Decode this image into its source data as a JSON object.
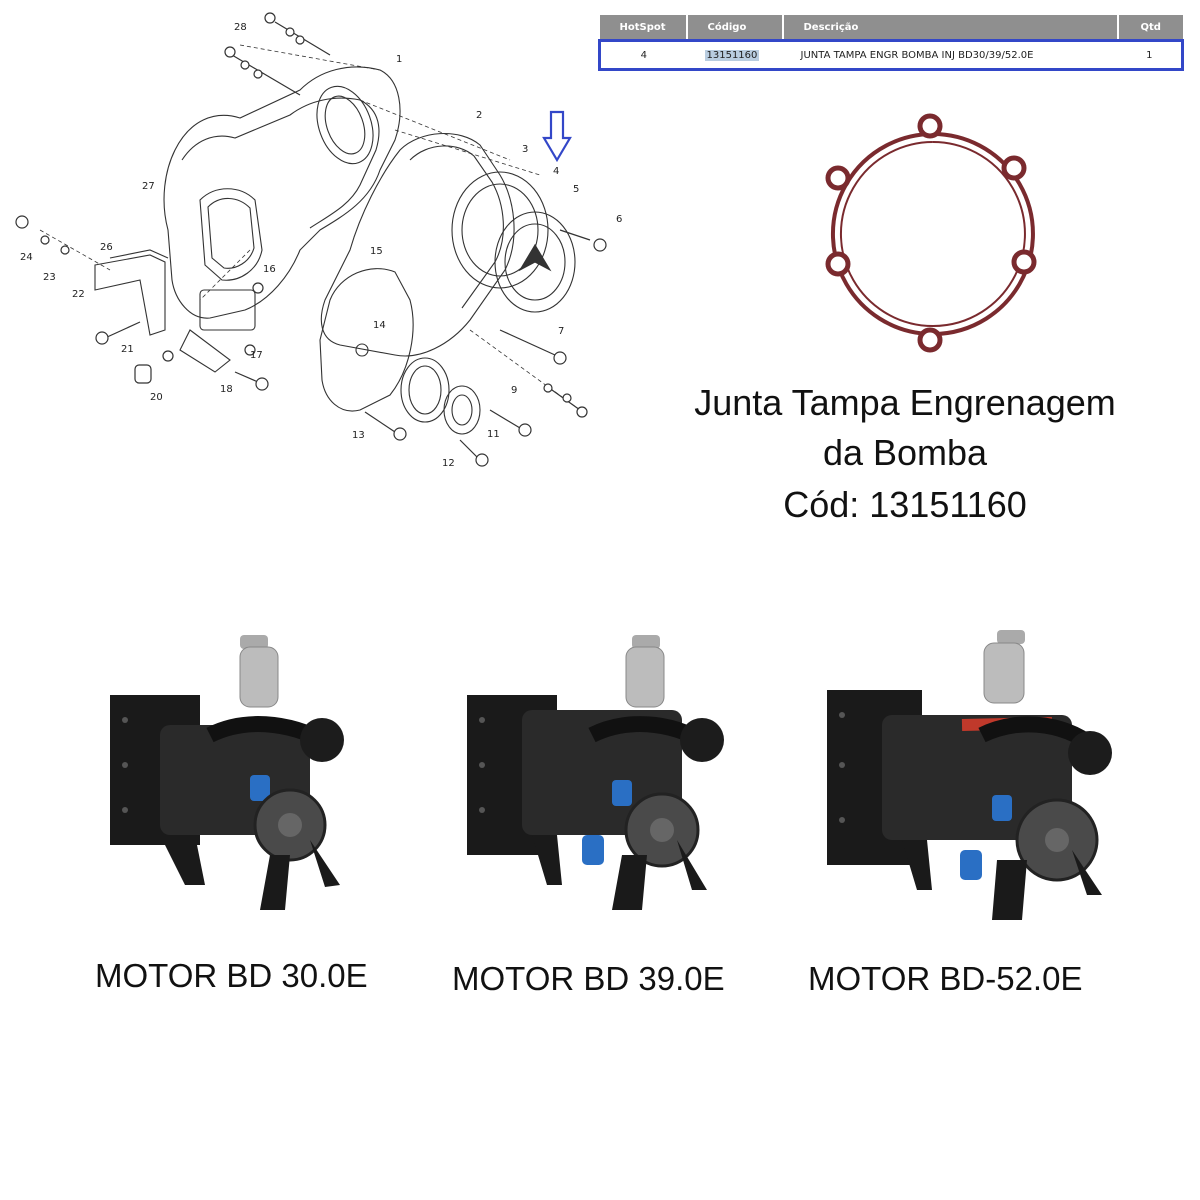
{
  "parts_table": {
    "headers": [
      "HotSpot",
      "Código",
      "Descrição",
      "Qtd"
    ],
    "row": {
      "hotspot": "4",
      "codigo": "13151160",
      "descricao": "JUNTA TAMPA ENGR BOMBA INJ BD30/39/52.0E",
      "qtd": "1"
    }
  },
  "diagram": {
    "callouts": [
      "1",
      "2",
      "3",
      "4",
      "5",
      "6",
      "7",
      "9",
      "11",
      "12",
      "13",
      "14",
      "15",
      "16",
      "17",
      "18",
      "20",
      "21",
      "22",
      "23",
      "24",
      "26",
      "27",
      "28"
    ],
    "highlight_color": "#3347c8"
  },
  "product": {
    "title_line1": "Junta Tampa Engrenagem",
    "title_line2": "da Bomba",
    "code_line": "Cód: 13151160",
    "gasket_color": "#7a2a2e"
  },
  "engines": [
    {
      "label": "MOTOR BD 30.0E"
    },
    {
      "label": "MOTOR BD 39.0E"
    },
    {
      "label": "MOTOR BD-52.0E"
    }
  ],
  "icons": {
    "down-arrow": "hollow arrow pointing down at callout 4"
  }
}
